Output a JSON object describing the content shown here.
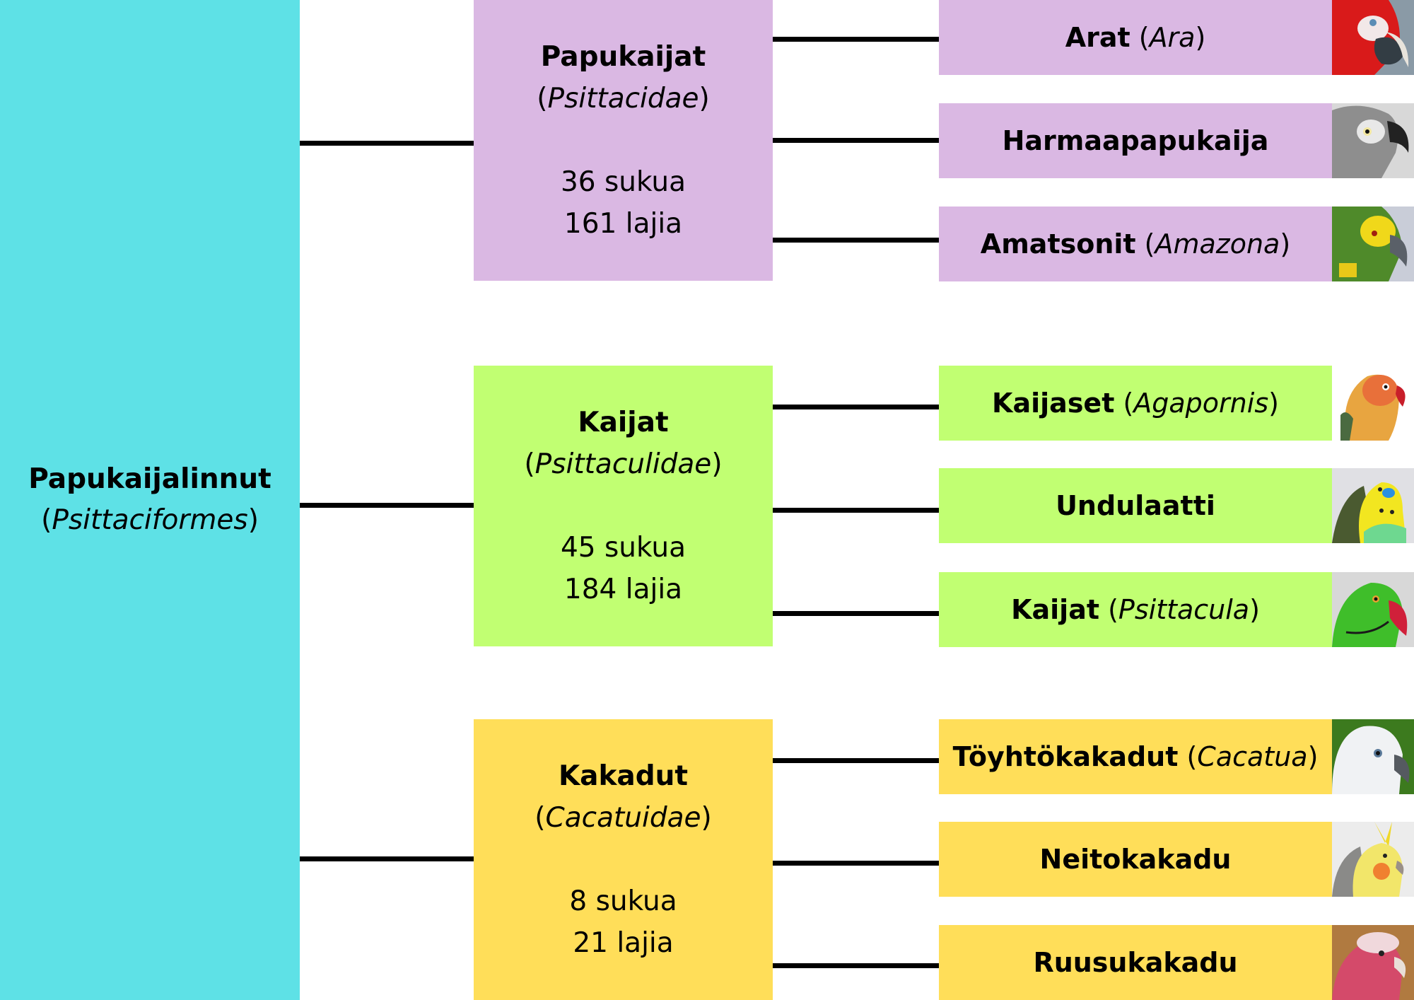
{
  "colors": {
    "root": "#5EE1E6",
    "psittacidae": "#DAB8E3",
    "psittaculidae": "#C1FF72",
    "cacatuidae": "#FFDE59",
    "connector": "#000000"
  },
  "root": {
    "name": "Papukaijalinnut",
    "scientific": "Psittaciformes"
  },
  "families": [
    {
      "name": "Papukaijat",
      "scientific": "Psittacidae",
      "genera_count": "36 sukua",
      "species_count": "161 lajia",
      "members": [
        {
          "name": "Arat",
          "scientific": "Ara",
          "image": "scarlet-macaw-photo"
        },
        {
          "name": "Harmaapapukaija",
          "scientific": "",
          "image": "african-grey-parrot-photo"
        },
        {
          "name": "Amatsonit",
          "scientific": "Amazona",
          "image": "amazon-parrot-photo"
        }
      ]
    },
    {
      "name": "Kaijat",
      "scientific": "Psittaculidae",
      "genera_count": "45 sukua",
      "species_count": "184 lajia",
      "members": [
        {
          "name": "Kaijaset",
          "scientific": "Agapornis",
          "image": "lovebird-photo"
        },
        {
          "name": "Undulaatti",
          "scientific": "",
          "image": "budgerigar-photo"
        },
        {
          "name": "Kaijat",
          "scientific": "Psittacula",
          "image": "ringneck-parakeet-photo"
        }
      ]
    },
    {
      "name": "Kakadut",
      "scientific": "Cacatuidae",
      "genera_count": "8 sukua",
      "species_count": "21 lajia",
      "members": [
        {
          "name": "Töyhtökakadut",
          "scientific": "Cacatua",
          "image": "white-cockatoo-photo"
        },
        {
          "name": "Neitokakadu",
          "scientific": "",
          "image": "cockatiel-photo"
        },
        {
          "name": "Ruusukakadu",
          "scientific": "",
          "image": "galah-photo"
        }
      ]
    }
  ]
}
